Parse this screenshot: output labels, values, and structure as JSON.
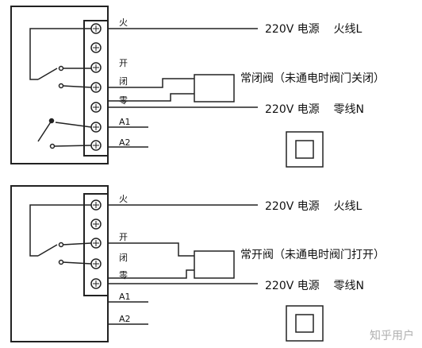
{
  "diagrams": [
    {
      "terminal_labels": [
        "火",
        "开",
        "闭",
        "零",
        "A1",
        "A2"
      ],
      "power_live": "220V 电源    火线L",
      "power_neutral": "220V 电源    零线N",
      "valve": "常闭阀（未通电时阀门关闭）"
    },
    {
      "terminal_labels": [
        "火",
        "开",
        "闭",
        "零",
        "A1",
        "A2"
      ],
      "power_live": "220V 电源    火线L",
      "power_neutral": "220V 电源    零线N",
      "valve": "常开阀（未通电时阀门打开）"
    }
  ],
  "watermark": "知乎用户"
}
